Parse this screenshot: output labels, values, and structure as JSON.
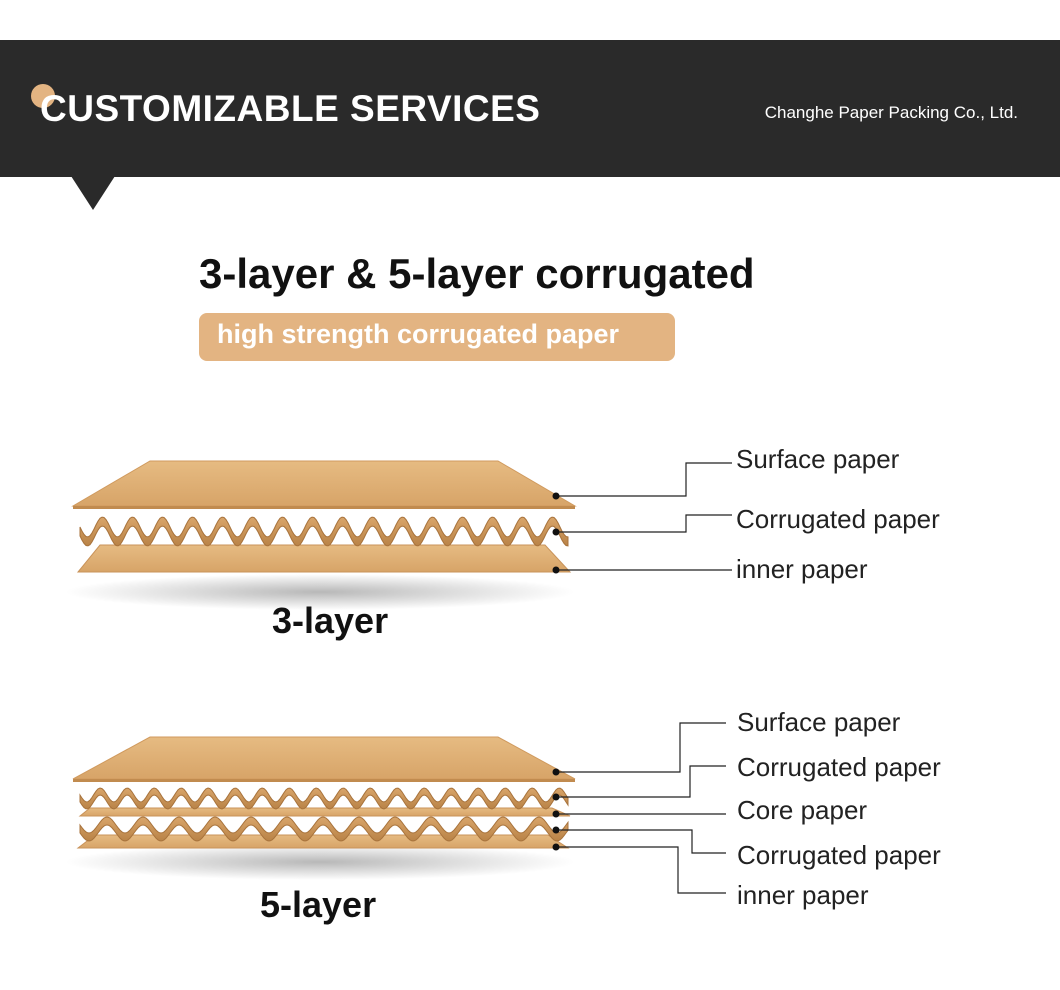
{
  "header": {
    "title": "CUSTOMIZABLE SERVICES",
    "company": "Changhe Paper Packing Co., Ltd."
  },
  "main": {
    "title": "3-layer & 5-layer corrugated",
    "subtitle": "high strength corrugated paper"
  },
  "three_layer": {
    "caption": "3-layer",
    "labels": [
      "Surface paper",
      "Corrugated paper",
      "inner paper"
    ]
  },
  "five_layer": {
    "caption": "5-layer",
    "labels": [
      "Surface paper",
      "Corrugated paper",
      "Core paper",
      "Corrugated paper",
      "inner paper"
    ]
  },
  "colors": {
    "header_bg": "#2a2a2a",
    "accent": "#e3b482",
    "kraft_light": "#e2b57a",
    "kraft_mid": "#d6a266",
    "kraft_dark": "#b98347"
  }
}
